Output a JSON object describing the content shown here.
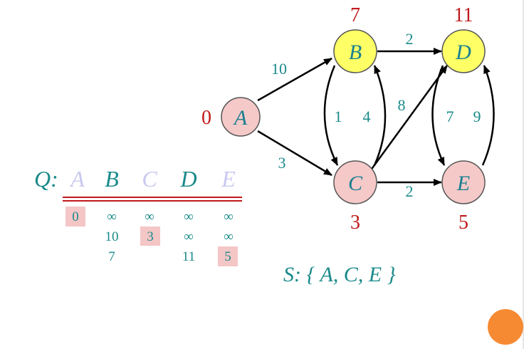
{
  "nodes": [
    {
      "id": "A",
      "label": "A",
      "dist": "0",
      "color": "#f6c9c9"
    },
    {
      "id": "B",
      "label": "B",
      "dist": "7",
      "color": "#ffff66"
    },
    {
      "id": "C",
      "label": "C",
      "dist": "3",
      "color": "#f6c9c9"
    },
    {
      "id": "D",
      "label": "D",
      "dist": "11",
      "color": "#ffff66"
    },
    {
      "id": "E",
      "label": "E",
      "dist": "5",
      "color": "#f6c9c9"
    }
  ],
  "edges": [
    {
      "from": "A",
      "to": "B",
      "weight": "10"
    },
    {
      "from": "A",
      "to": "C",
      "weight": "3"
    },
    {
      "from": "B",
      "to": "D",
      "weight": "2"
    },
    {
      "from": "C",
      "to": "D",
      "weight": "8"
    },
    {
      "from": "C",
      "to": "E",
      "weight": "2"
    },
    {
      "from": "B",
      "to": "C",
      "weight": "1"
    },
    {
      "from": "C",
      "to": "B",
      "weight": "4"
    },
    {
      "from": "D",
      "to": "E",
      "weight": "7"
    },
    {
      "from": "E",
      "to": "D",
      "weight": "9"
    }
  ],
  "queue": {
    "label": "Q:",
    "headers": [
      "A",
      "B",
      "C",
      "D",
      "E"
    ],
    "rows": [
      [
        "0",
        "∞",
        "∞",
        "∞",
        "∞"
      ],
      [
        "",
        "10",
        "3",
        "∞",
        "∞"
      ],
      [
        "",
        "7",
        "",
        "11",
        "5"
      ]
    ],
    "highlighted": [
      "0,0",
      "1,2",
      "2,4"
    ]
  },
  "set_s": "S: { A, C, E }",
  "colors": {
    "teal": "#1a8a8a",
    "red": "#c0181c",
    "visited_fill": "#f6c9c9",
    "frontier_fill": "#ffff66",
    "faded_header": "#c9c9f0",
    "accent_circle": "#f68a33"
  }
}
